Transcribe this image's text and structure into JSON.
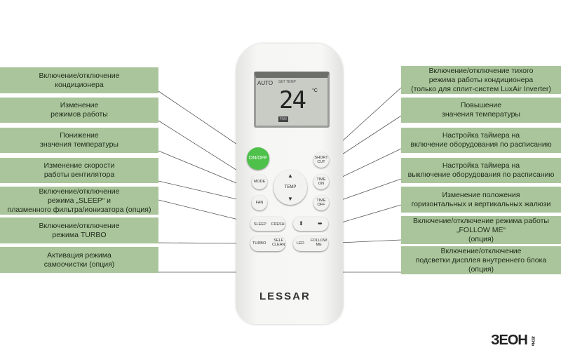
{
  "left_labels": [
    [
      "Включение/отключение",
      "кондиционера"
    ],
    [
      "Изменение",
      "режимов работы"
    ],
    [
      "Понижение",
      "значения температуры"
    ],
    [
      "Изменение скорости",
      "работы вентилятора"
    ],
    [
      "Включение/отключение",
      "режима „SLEEP“ и",
      "плазменного фильтра/ионизатора (опция)"
    ],
    [
      "Включение/отключение",
      "режима TURBO"
    ],
    [
      "Активация режима",
      "самоочистки (опция)"
    ]
  ],
  "right_labels": [
    [
      "Включение/отключение тихого",
      "режима работы кондиционера",
      "(только для сплит-систем LuxAir Inverter)"
    ],
    [
      "Повышение",
      "значения температуры"
    ],
    [
      "Настройка таймера на",
      "включение оборудования по расписанию"
    ],
    [
      "Настройка таймера на",
      "выключение оборудования по расписанию"
    ],
    [
      "Изменение положения",
      "горизонтальных и вертикальных жалюзи"
    ],
    [
      "Включение/отключение режима работы",
      "„FOLLOW ME“",
      "(опция)"
    ],
    [
      "Включение/отключение",
      "подсветки дисплея внутреннего блока",
      "(опция)"
    ]
  ],
  "remote": {
    "display": {
      "mode": "AUTO",
      "set_temp": "SET TEMP",
      "temp": "24",
      "unit": "°C",
      "fan": "FAN"
    },
    "buttons": {
      "onoff": "ON/OFF",
      "mode": "MODE",
      "fan": "FAN",
      "temp": "TEMP",
      "up": "▲",
      "down": "▼",
      "shortcut": [
        "SHORT",
        "CUT"
      ],
      "time_on": [
        "TIME",
        "ON"
      ],
      "time_off": [
        "TIME",
        "OFF"
      ],
      "sleep": "SLEEP",
      "fresh": "FRESH",
      "swing_v": "⬍",
      "swing_h": "⬌",
      "turbo": "TURBO",
      "self_clean": [
        "SELF",
        "CLEAN"
      ],
      "led": "LED",
      "follow_me": [
        "FOLLOW",
        "ME"
      ]
    },
    "brand": "LESSAR"
  },
  "watermark": {
    "text": "ЗЕОН",
    "sub": "ЗЕОН.ru"
  },
  "colors": {
    "label_bg": "#aac59b",
    "onoff": "#4dc14a"
  }
}
